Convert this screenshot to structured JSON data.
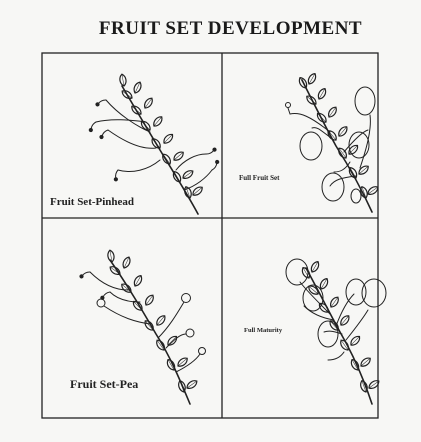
{
  "title": "FRUIT SET DEVELOPMENT",
  "panels": [
    {
      "label": "Fruit Set-Pinhead"
    },
    {
      "label": "Full Fruit Set"
    },
    {
      "label": "Fruit Set-Pea"
    },
    {
      "label": "Full Maturity"
    }
  ],
  "colors": {
    "ink": "#222222",
    "background": "#f7f7f5"
  }
}
